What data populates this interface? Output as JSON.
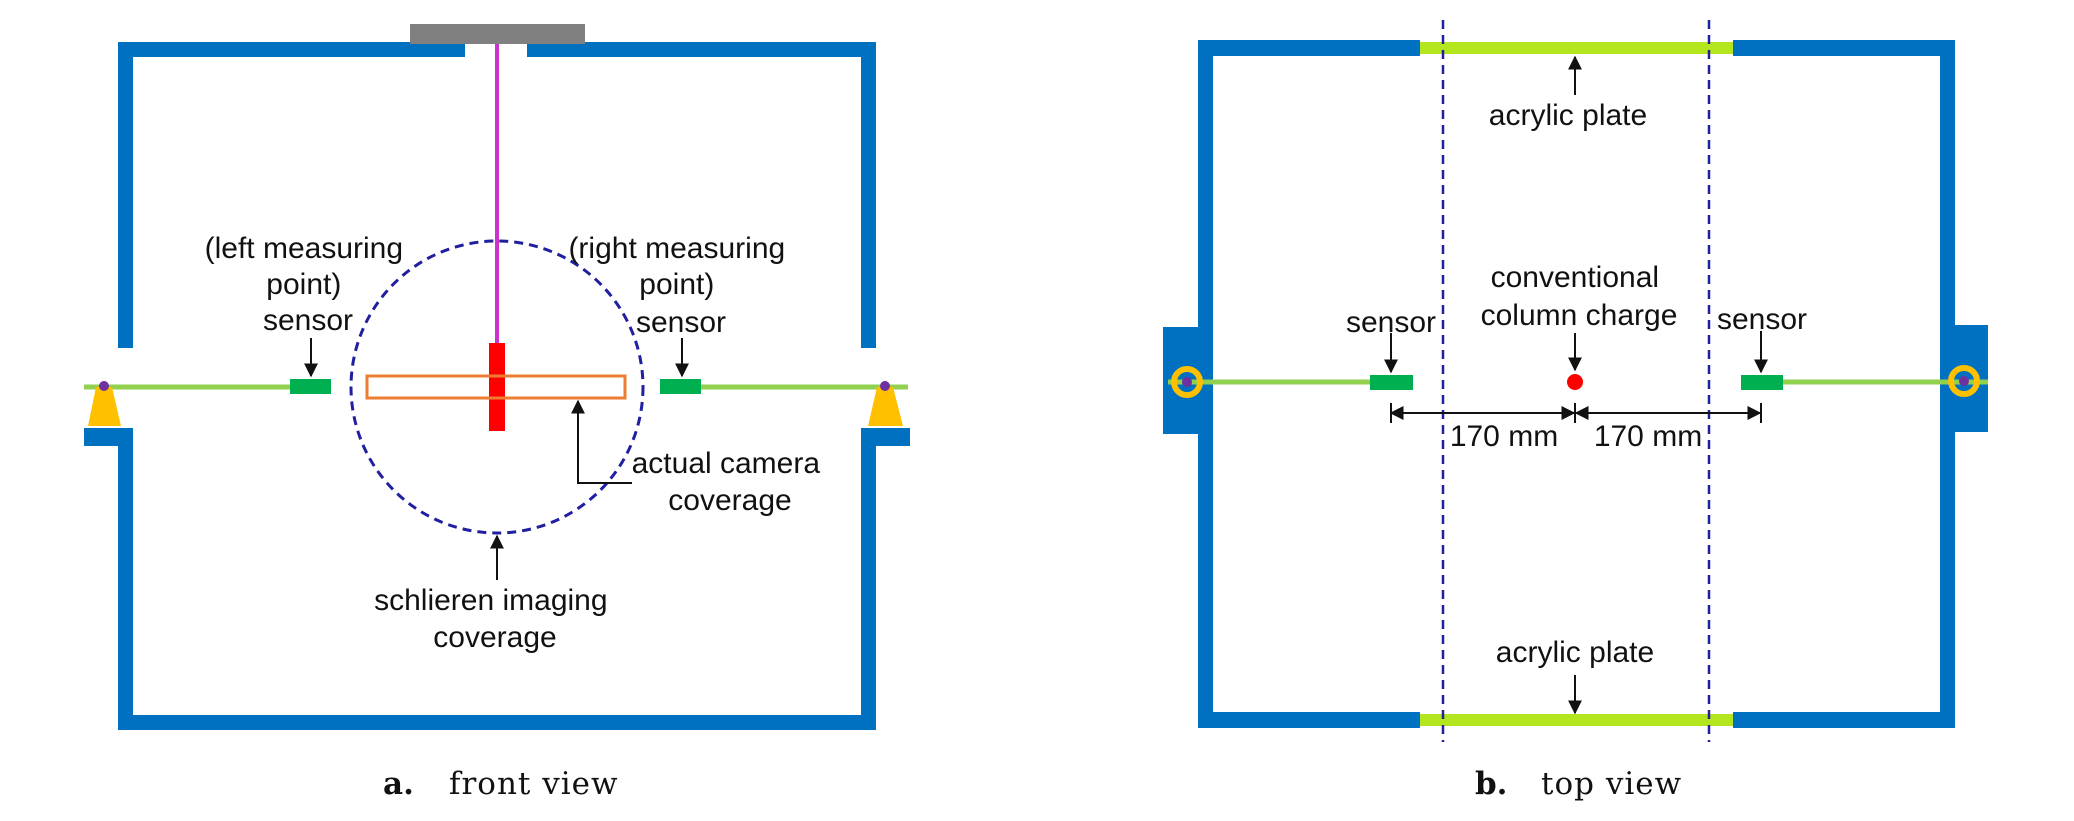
{
  "panels": {
    "front": {
      "caption_letter": "a.",
      "caption_text": "front view",
      "labels": {
        "left_sensor": [
          "(left measuring",
          "point)",
          "sensor"
        ],
        "right_sensor": [
          "(right measuring",
          "point)",
          "sensor"
        ],
        "camera": [
          "actual camera",
          "coverage"
        ],
        "schlieren": [
          "schlieren imaging",
          "coverage"
        ]
      }
    },
    "top": {
      "caption_letter": "b.",
      "caption_text": "top view",
      "labels": {
        "acrylic_top": "acrylic plate",
        "acrylic_bottom": "acrylic plate",
        "sensor_left": "sensor",
        "sensor_right": "sensor",
        "charge": [
          "conventional",
          "column charge"
        ],
        "dist_left": "170 mm",
        "dist_right": "170 mm"
      }
    }
  },
  "colors": {
    "wall": "#0070c0",
    "sensor": "#00b050",
    "rod": "#92d050",
    "acrylic": "#b4e61e",
    "support": "#ffc000",
    "pivot": "#7030a0",
    "wire": "#cc33cc",
    "charge": "#ff0000",
    "camera_box": "#ed7d31",
    "schlieren": "#1f1f9f",
    "mount": "#808080"
  }
}
